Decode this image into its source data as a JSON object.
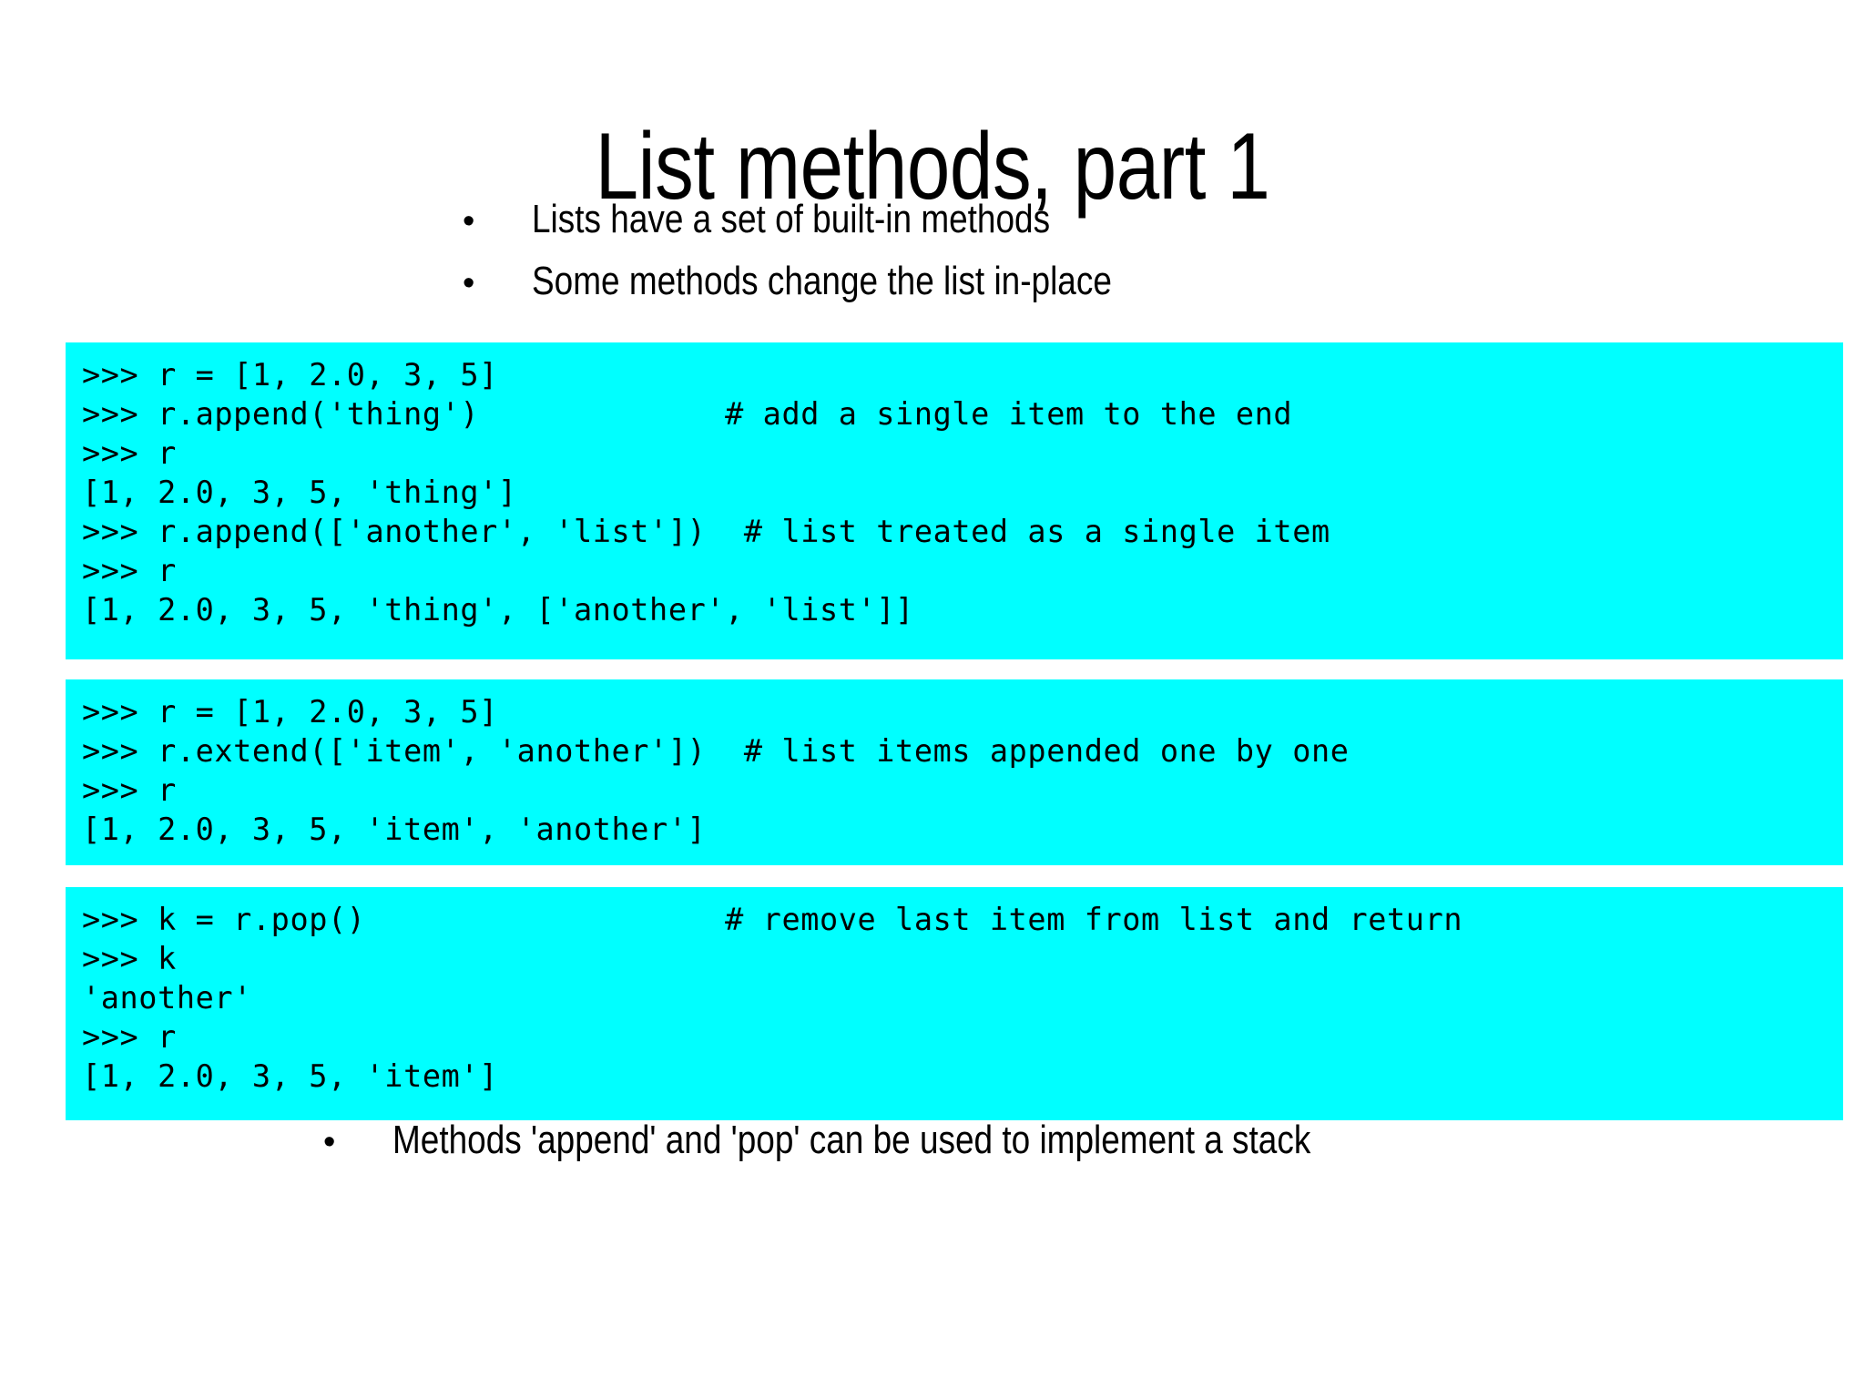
{
  "slide": {
    "title": "List methods, part 1",
    "background_color": "#ffffff",
    "code_background_color": "#00ffff",
    "text_color": "#000000",
    "bullet_glyph": "•"
  },
  "bullets_top": [
    {
      "bullet": "•",
      "text": "Lists have a set of built-in methods"
    },
    {
      "bullet": "•",
      "text": "Some methods change the list in-place"
    }
  ],
  "bullets_bottom": [
    {
      "bullet": "•",
      "text": "Methods 'append' and 'pop' can be used to implement a stack"
    }
  ],
  "code_blocks": [
    {
      "id": "append-example",
      "lines": [
        ">>> r = [1, 2.0, 3, 5]",
        ">>> r.append('thing')             # add a single item to the end",
        ">>> r",
        "[1, 2.0, 3, 5, 'thing']",
        ">>> r.append(['another', 'list'])  # list treated as a single item",
        ">>> r",
        "[1, 2.0, 3, 5, 'thing', ['another', 'list']]"
      ]
    },
    {
      "id": "extend-example",
      "lines": [
        ">>> r = [1, 2.0, 3, 5]",
        ">>> r.extend(['item', 'another'])  # list items appended one by one",
        ">>> r",
        "[1, 2.0, 3, 5, 'item', 'another']"
      ]
    },
    {
      "id": "pop-example",
      "lines": [
        ">>> k = r.pop()                   # remove last item from list and return",
        ">>> k",
        "'another'",
        ">>> r",
        "[1, 2.0, 3, 5, 'item']"
      ]
    }
  ]
}
